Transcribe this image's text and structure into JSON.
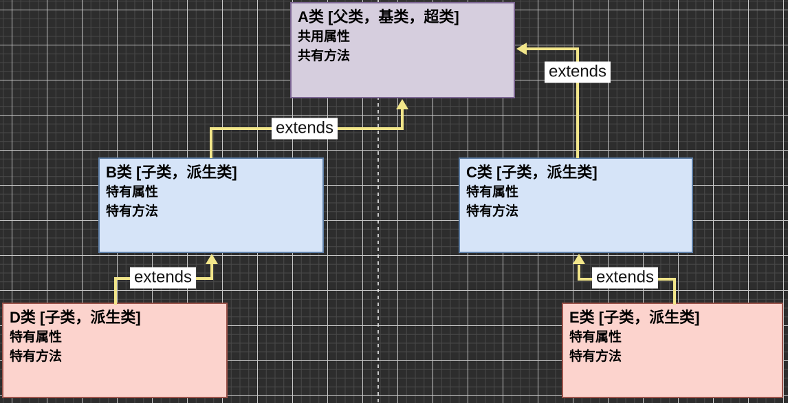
{
  "colors": {
    "canvas_bg": "#2d2d2d",
    "grid_minor": "#4a4a4a",
    "grid_major": "#c8c8c8",
    "page_divider": "#e6e6e6",
    "arrow": "#f2e68a",
    "edge_label_bg": "#ffffff",
    "edge_label_text": "#141414",
    "node_text": "#000000"
  },
  "nodes": {
    "a": {
      "title": "A类 [父类，基类，超类]",
      "line1": "共用属性",
      "line2": "共有方法",
      "fill": "#d6cede",
      "stroke": "#7d6694"
    },
    "b": {
      "title": "B类 [子类，派生类]",
      "line1": "特有属性",
      "line2": "特有方法",
      "fill": "#d6e4f8",
      "stroke": "#5f80a8"
    },
    "c": {
      "title": "C类 [子类，派生类]",
      "line1": "特有属性",
      "line2": "特有方法",
      "fill": "#d6e4f8",
      "stroke": "#5f80a8"
    },
    "d": {
      "title": "D类 [子类，派生类]",
      "line1": "特有属性",
      "line2": "特有方法",
      "fill": "#fcd3cd",
      "stroke": "#9c534b"
    },
    "e": {
      "title": "E类 [子类，派生类]",
      "line1": "特有属性",
      "line2": "特有方法",
      "fill": "#fcd3cd",
      "stroke": "#9c534b"
    }
  },
  "edges": {
    "b_to_a": {
      "label": "extends"
    },
    "c_to_a": {
      "label": "extends"
    },
    "d_to_b": {
      "label": "extends"
    },
    "e_to_c": {
      "label": "extends"
    }
  }
}
